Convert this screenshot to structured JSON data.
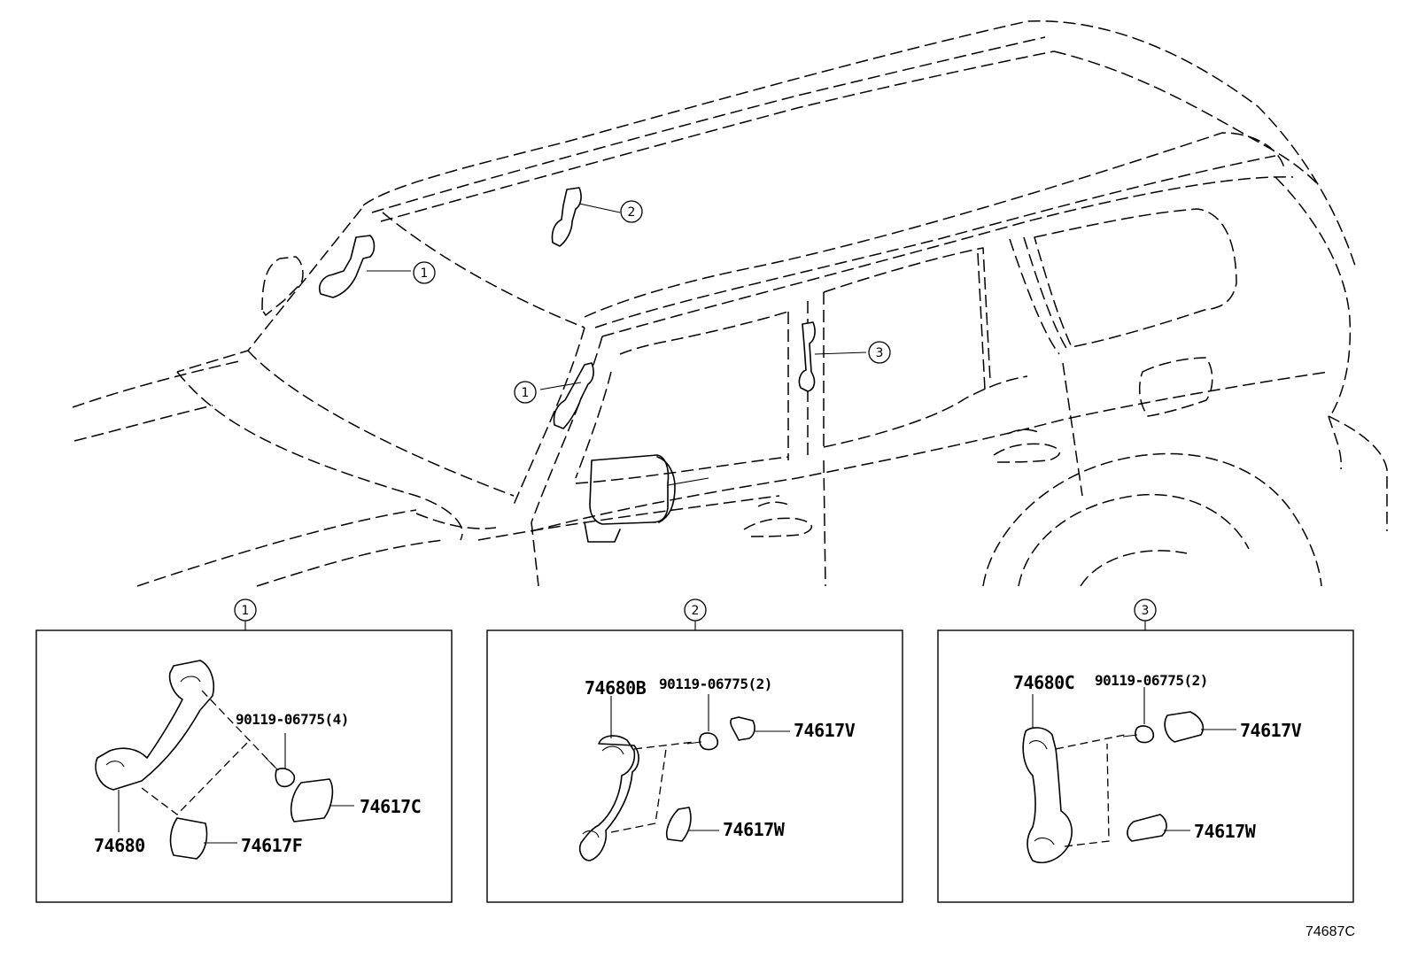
{
  "callouts": {
    "c1": "1",
    "c2": "2",
    "c3": "3"
  },
  "panel1": {
    "index": "1",
    "handle": "74680",
    "bolt": "90119-06775(4)",
    "cap_c": "74617C",
    "cap_f": "74617F"
  },
  "panel2": {
    "index": "2",
    "handle": "74680B",
    "bolt": "90119-06775(2)",
    "cap_v": "74617V",
    "cap_w": "74617W"
  },
  "panel3": {
    "index": "3",
    "handle": "74680C",
    "bolt": "90119-06775(2)",
    "cap_v": "74617V",
    "cap_w": "74617W"
  },
  "figure_id": "74687C"
}
